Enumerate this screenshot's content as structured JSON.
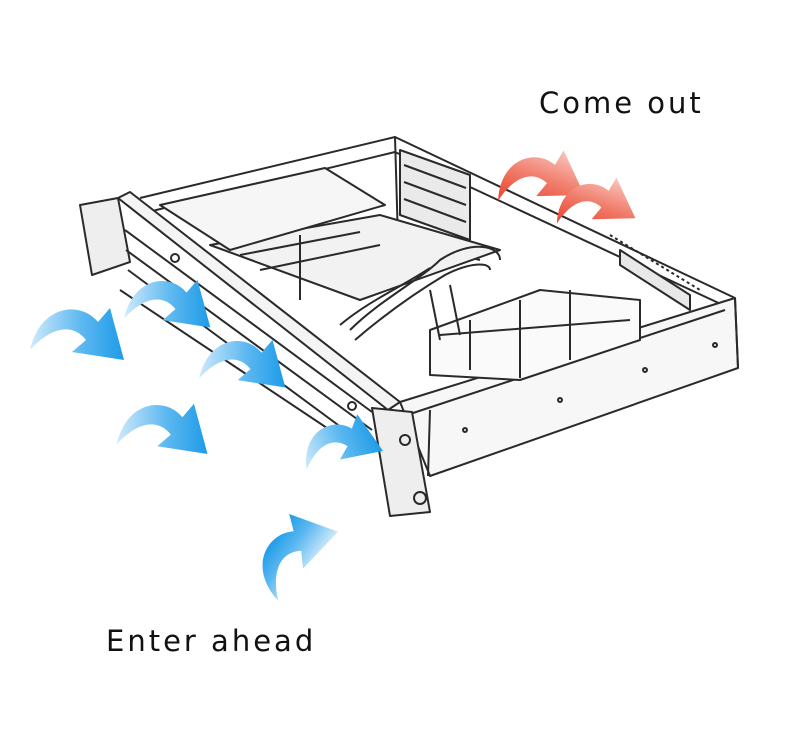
{
  "labels": {
    "exhaust": "Come out",
    "intake": "Enter ahead"
  },
  "colors": {
    "intake_arrow": "#1e9be8",
    "intake_arrow_light": "#cfeafb",
    "exhaust_arrow": "#e8321e",
    "exhaust_arrow_light": "#fbd3cd",
    "line_art": "#2a2a2a"
  },
  "icons": {
    "intake": "airflow-in-arrow-icon",
    "exhaust": "airflow-out-arrow-icon",
    "chassis": "rackmount-server-chassis"
  }
}
